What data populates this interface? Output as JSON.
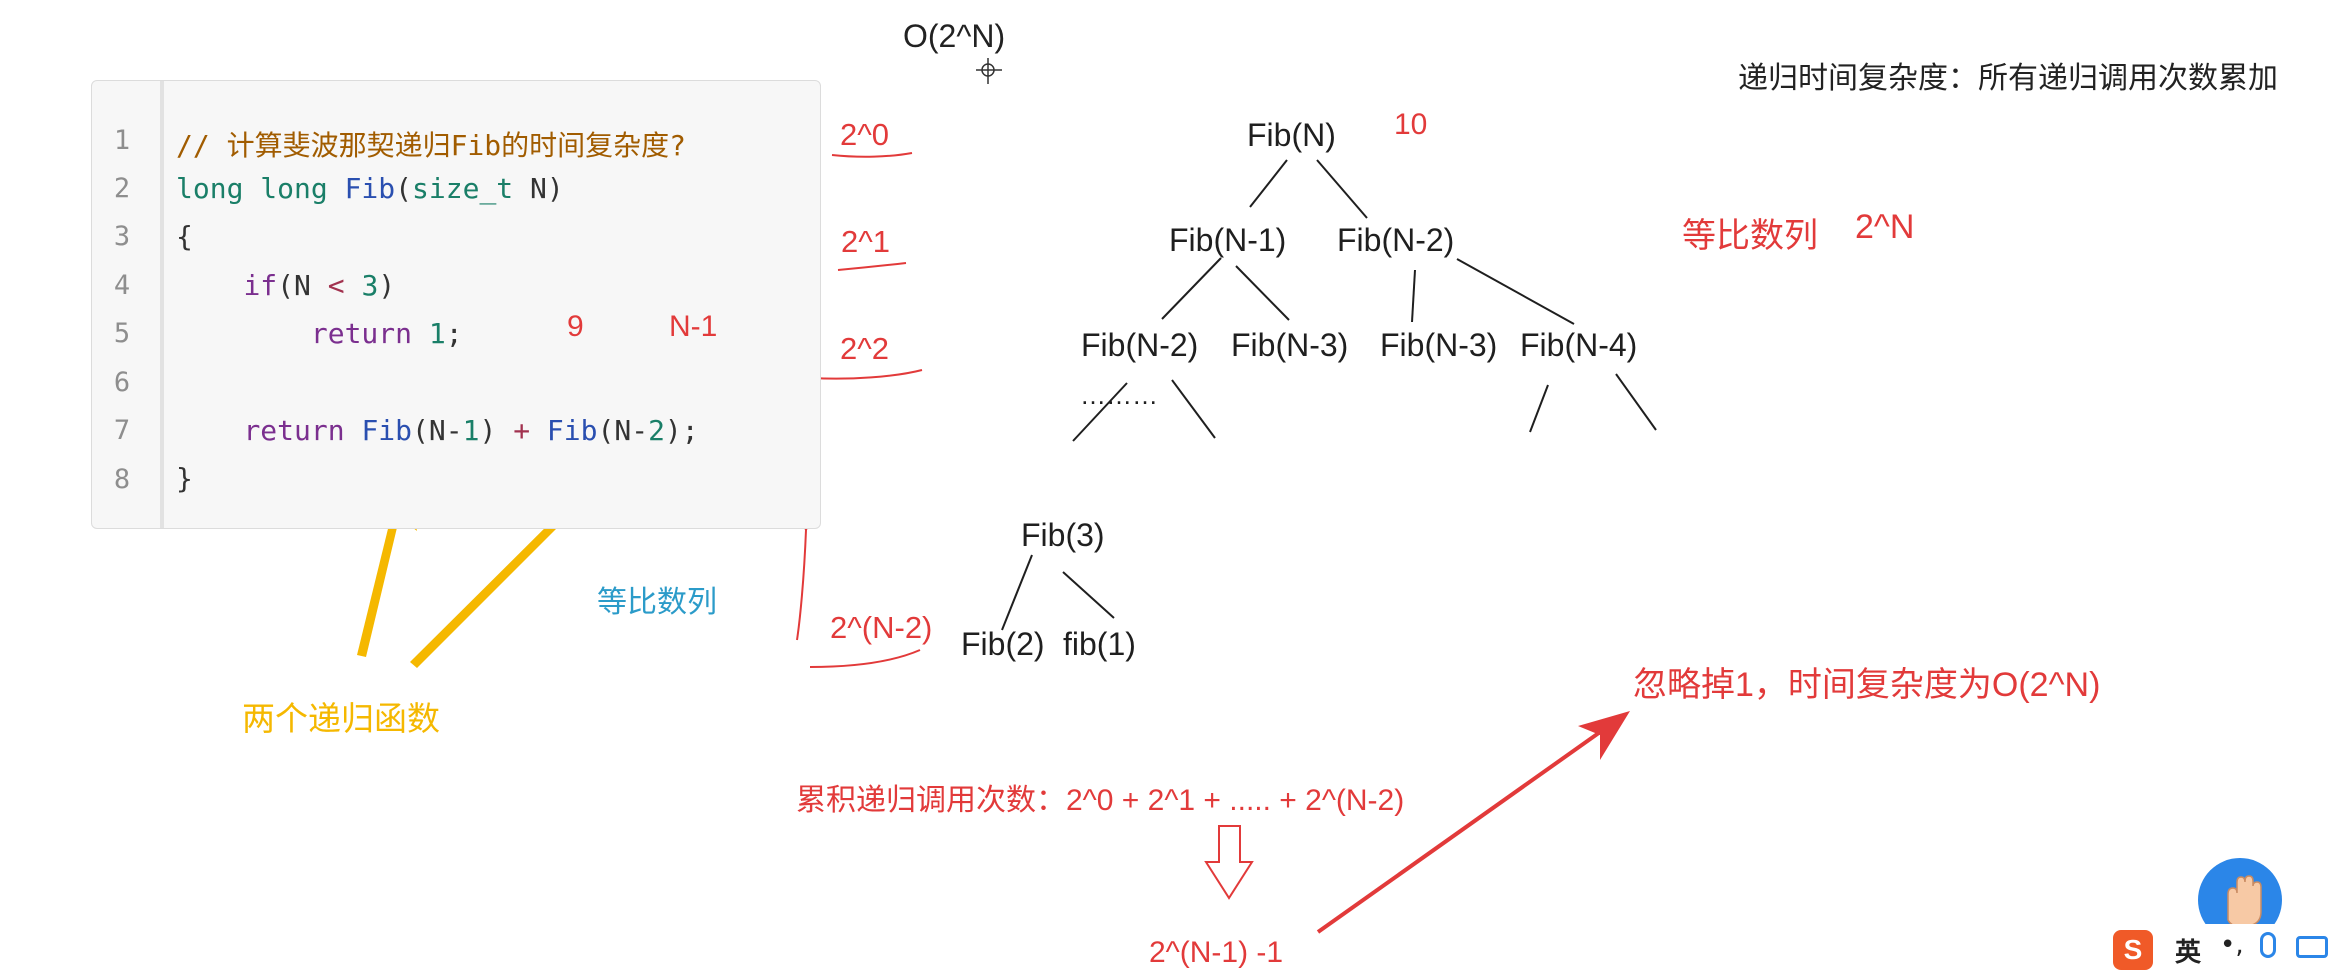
{
  "complexity_title": "O(2^N)",
  "header_note": "递归时间复杂度：所有递归调用次数累加",
  "code": {
    "line_numbers": [
      "1",
      "2",
      "3",
      "4",
      "5",
      "6",
      "7",
      "8"
    ],
    "line1_comment": "// 计算斐波那契递归Fib的时间复杂度?",
    "line2_t1": "long long",
    "line2_fn": "Fib",
    "line2_p1": "(",
    "line2_type": "size_t",
    "line2_p2": " N)",
    "line3": "{",
    "line4_kw": "if",
    "line4_a": "(N ",
    "line4_op": "<",
    "line4_sp": " ",
    "line4_num": "3",
    "line4_b": ")",
    "line5_kw": "return",
    "line5_num": " 1",
    "line5_end": ";",
    "line7_kw": "return",
    "line7_f1": " Fib",
    "line7_a1": "(N-",
    "line7_n1": "1",
    "line7_b1": ") ",
    "line7_op": "+",
    "line7_f2": " Fib",
    "line7_a2": "(N-",
    "line7_n2": "2",
    "line7_b2": ");",
    "line8": "}"
  },
  "annotations": {
    "nine": "9",
    "n_minus_1": "N-1",
    "geometric_blue": "等比数列",
    "two_recursive": "两个递归函数",
    "ten": "10",
    "geometric_red": "等比数列",
    "two_pow_n": "2^N",
    "ignore_one": "忽略掉1，时间复杂度为O(2^N)",
    "accumulated": "累积递归调用次数：2^0 + 2^1 + ..... + 2^(N-2)",
    "result": "2^(N-1) -1"
  },
  "levels": [
    "2^0",
    "2^1",
    "2^2",
    "2^(N-2)"
  ],
  "tree": {
    "root": "Fib(N)",
    "l1_left": "Fib(N-1)",
    "l1_right": "Fib(N-2)",
    "l2_a": "Fib(N-2)",
    "l2_b": "Fib(N-3)",
    "l2_c": "Fib(N-3)",
    "l2_d": "Fib(N-4)",
    "ellipsis": "………",
    "fib3": "Fib(3)",
    "fib2": "Fib(2)",
    "fib1": "fib(1)"
  },
  "ime": {
    "lang": "英"
  },
  "colors": {
    "red": "#e23a3a",
    "yellow": "#f5b800",
    "blue": "#2b9bc9",
    "widget_blue": "#2b86e8"
  }
}
